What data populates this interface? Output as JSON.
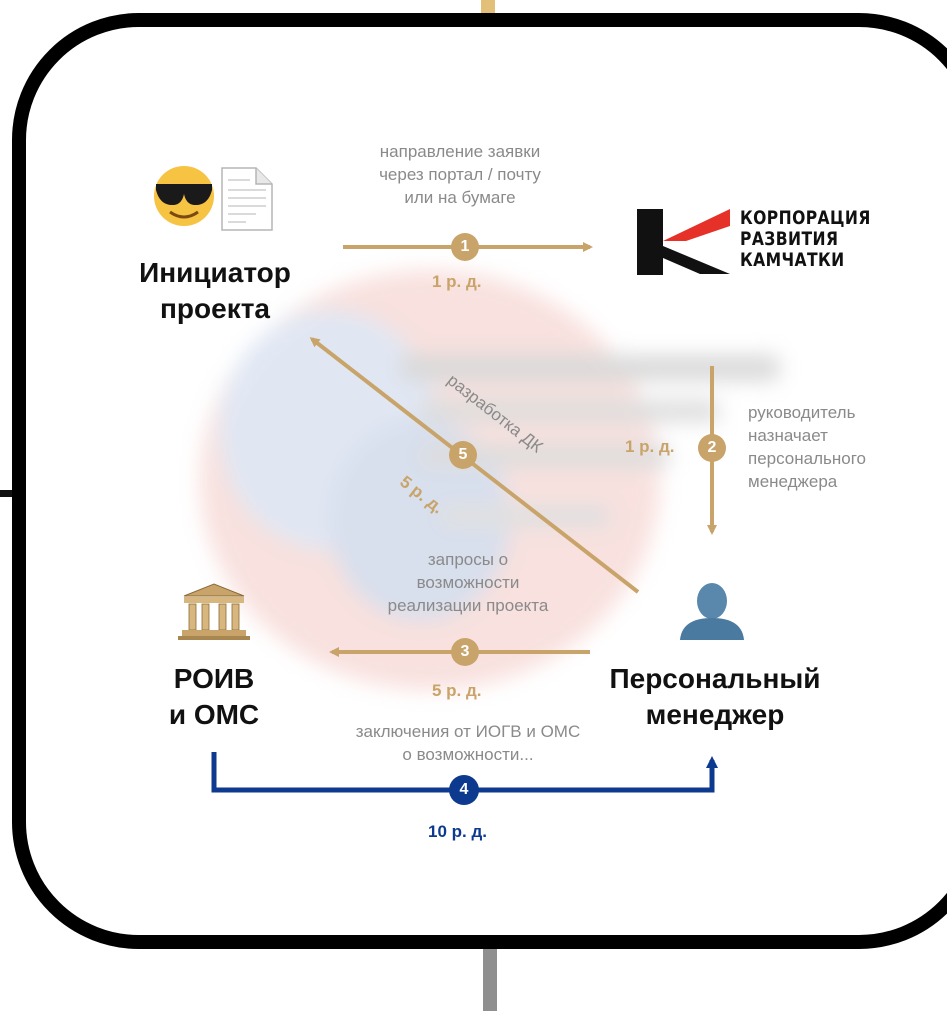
{
  "actors": {
    "initiator": "Инициатор\nпроекта",
    "corporation": "КОРПОРАЦИЯ\nРАЗВИТИЯ\nКАМЧАТКИ",
    "manager": "Персональный\nменеджер",
    "authorities": "РОИВ\nи ОМС"
  },
  "steps": [
    {
      "num": "1",
      "text": "направление заявки\nчерез портал / почту\nили на бумаге",
      "duration": "1 р. д."
    },
    {
      "num": "2",
      "text": "руководитель\nназначает\nперсонального\nменеджера",
      "duration": "1 р. д."
    },
    {
      "num": "3",
      "text": "запросы о\nвозможности\nреализации проекта",
      "duration": "5 р. д."
    },
    {
      "num": "4",
      "text": "заключения от ИОГВ и ОМС\nо возможности...",
      "duration": "10 р. д."
    },
    {
      "num": "5",
      "text": "разработка ДК",
      "duration": "5 р. д."
    }
  ],
  "icons": {
    "initiator": "smiling-face-with-sunglasses-icon",
    "document": "document-icon",
    "corporation": "corporation-logo-icon",
    "manager": "person-silhouette-icon",
    "authorities": "classical-building-icon"
  },
  "colors": {
    "gold": "#c9a46a",
    "blue": "#0d3a8f",
    "frame": "#000000",
    "logo_red": "#e63128"
  }
}
